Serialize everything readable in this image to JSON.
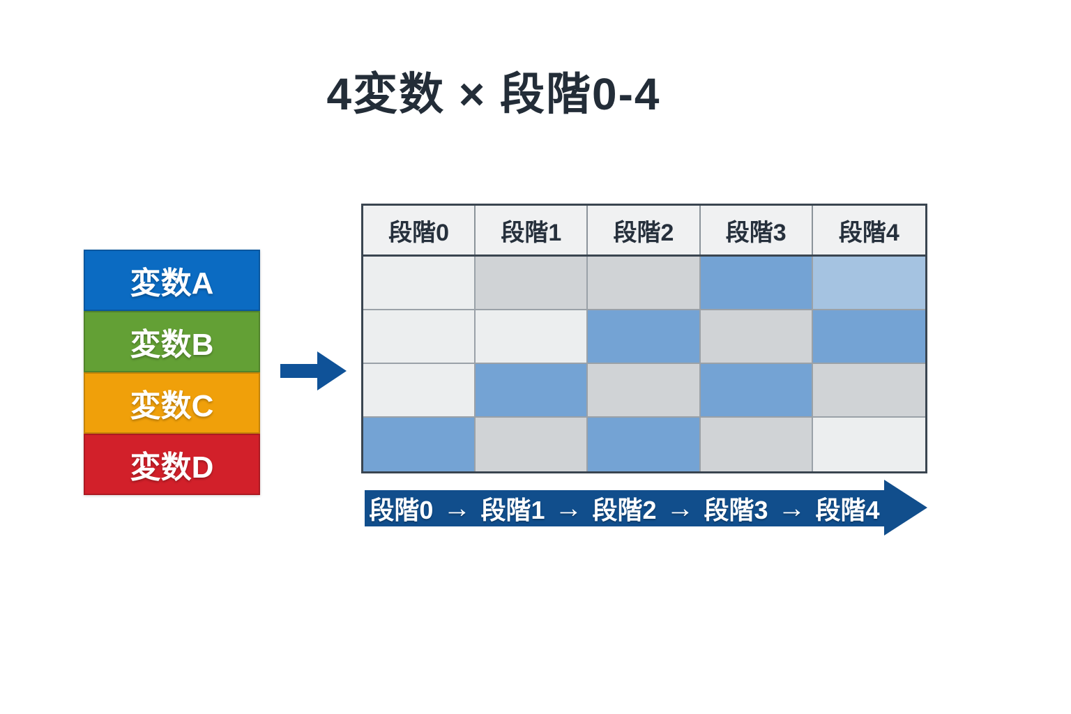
{
  "title": "4変数 × 段階0-4",
  "variables": [
    {
      "label": "変数A",
      "color": "#0B6BC2"
    },
    {
      "label": "変数B",
      "color": "#63A035"
    },
    {
      "label": "変数C",
      "color": "#F0A00A"
    },
    {
      "label": "変数D",
      "color": "#D2202A"
    }
  ],
  "mid_arrow": {
    "icon": "right-arrow-icon",
    "color": "#0F5298"
  },
  "table": {
    "columns": [
      "段階0",
      "段階1",
      "段階2",
      "段階3",
      "段階4"
    ],
    "cells": [
      [
        "light",
        "gray",
        "gray",
        "blue",
        "lightblue"
      ],
      [
        "light",
        "light",
        "blue",
        "gray",
        "blue"
      ],
      [
        "light",
        "blue",
        "gray",
        "blue",
        "gray"
      ],
      [
        "blue",
        "gray",
        "blue",
        "gray",
        "light"
      ]
    ],
    "cell_colors": {
      "light": "#ECEEEF",
      "gray": "#D0D3D6",
      "blue": "#74A3D4",
      "lightblue": "#A5C3E1"
    },
    "header_bg": "#F0F1F2",
    "border_dark": "#3A4550",
    "border_light": "#8B939A"
  },
  "flow": {
    "stages": [
      "段階0",
      "段階1",
      "段階2",
      "段階3",
      "段階4"
    ],
    "arrow_glyph": "→",
    "banner_color": "#114E8C"
  },
  "colors": {
    "title_text": "#232D38",
    "header_text": "#26303C",
    "background": "#FFFFFF"
  }
}
